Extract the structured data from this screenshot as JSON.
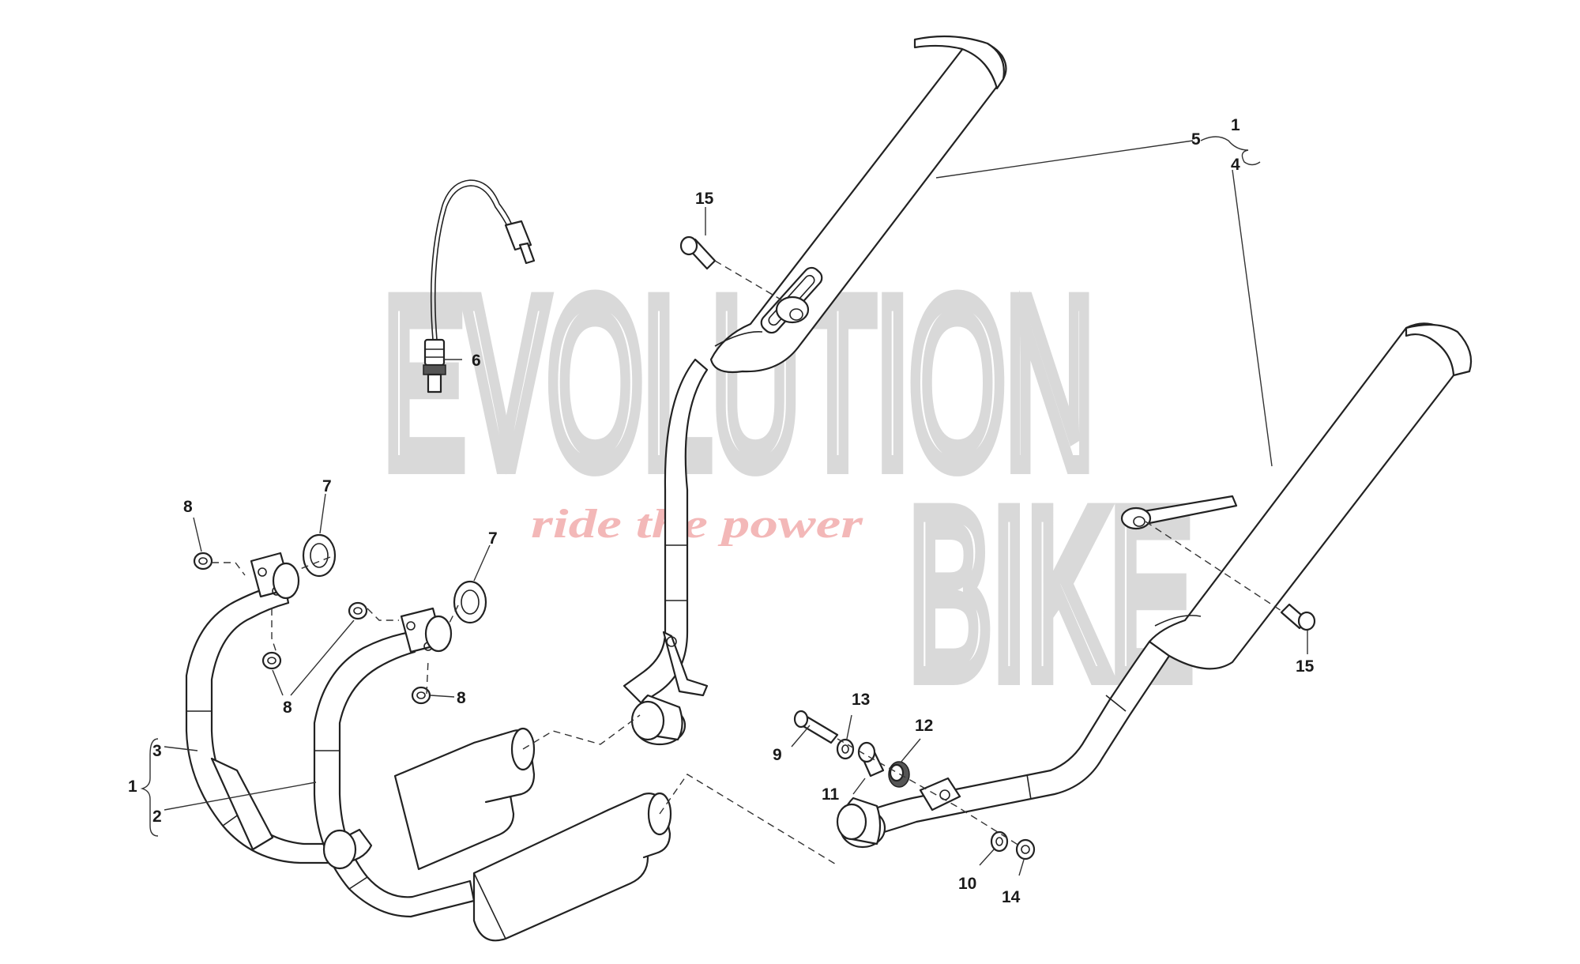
{
  "watermark": {
    "row1": "EVOLUTION",
    "row2": "BIKE",
    "tagline": "ride the power"
  },
  "callouts": {
    "c1_left": "1",
    "c2": "2",
    "c3": "3",
    "c1_right": "1",
    "c4": "4",
    "c5": "5",
    "c6": "6",
    "c7_left": "7",
    "c7_right": "7",
    "c8_top": "8",
    "c8_mid": "8",
    "c8_right": "8",
    "c9": "9",
    "c10": "10",
    "c11": "11",
    "c12": "12",
    "c13": "13",
    "c14": "14",
    "c15_left": "15",
    "c15_right": "15"
  }
}
